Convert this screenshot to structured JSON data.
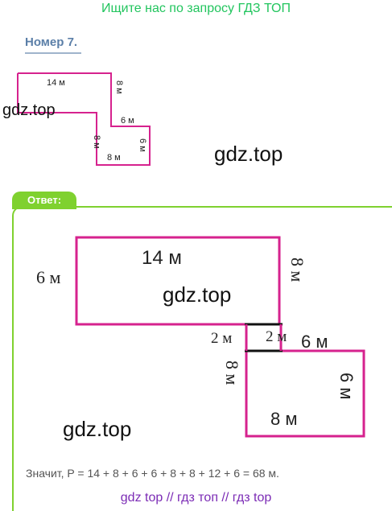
{
  "banner": "Ищите нас по запросу ГДЗ ТОП",
  "problem": {
    "title": "Номер 7.",
    "small_figure": {
      "top": "14 м",
      "right_upper": "8 м",
      "step": "6 м",
      "left_lower": "8 м",
      "bottom": "8 м",
      "right_lower": "6 м"
    }
  },
  "watermarks": {
    "wm1": "gdz.top",
    "wm2": "gdz.top",
    "wm3": "gdz.top",
    "wm4": "gdz.top"
  },
  "answer": {
    "tab_label": "Ответ:",
    "big_figure": {
      "top": "14 м",
      "left": "6 м",
      "right_upper": "8 м",
      "connector_left": "2 м",
      "connector_right": "2 м",
      "lower_top": "6 м",
      "lower_left": "8 м",
      "lower_bottom": "8 м",
      "lower_right": "6 м"
    },
    "calc": "Значит, P = 14 + 8 + 6 + 6 + 8 + 8 + 12 + 6 = 68 м."
  },
  "footer": "gdz top  //  гдз топ  //  гдз top",
  "colors": {
    "shape_stroke": "#d6228e",
    "accent_green": "#7fd12f",
    "banner_green": "#22c55e",
    "title_blue": "#5b7fa8",
    "footer_purple": "#7b2bb5"
  }
}
